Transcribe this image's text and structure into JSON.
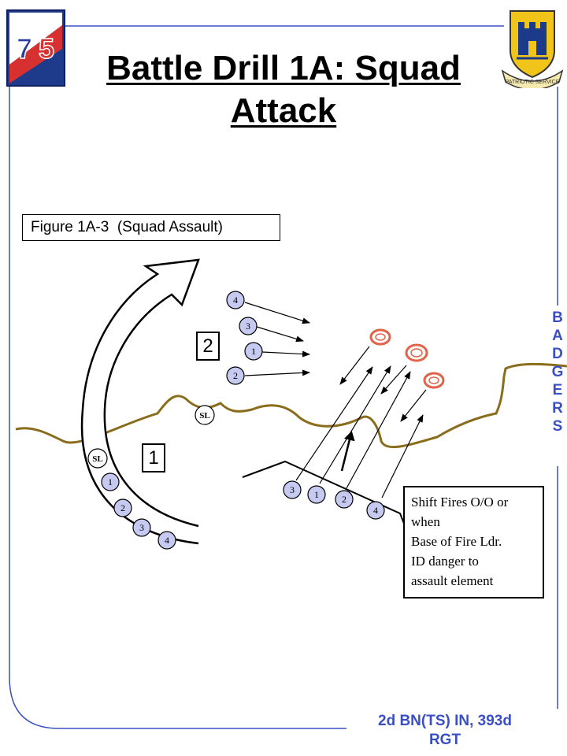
{
  "title": "Battle Drill 1A: Squad Attack",
  "figure_label": "Figure 1A-3  (Squad Assault)",
  "phases": {
    "one": "1",
    "two": "2"
  },
  "squad_leader": "SL",
  "assault_team_numbers": [
    "1",
    "2",
    "3",
    "4"
  ],
  "moving_element_numbers": [
    "4",
    "3",
    "1",
    "2"
  ],
  "base_of_fire_numbers": [
    "3",
    "1",
    "2",
    "4"
  ],
  "note_lines": [
    "Shift Fires O/O or",
    "when",
    "Base of Fire Ldr.",
    "ID danger to",
    "assault element"
  ],
  "badgers_letters": [
    "B",
    "A",
    "D",
    "G",
    "E",
    "R",
    "S"
  ],
  "footer_lines": [
    "2d BN(TS) IN, 393d",
    "RGT"
  ],
  "colors": {
    "accent_blue": "#3a4fc4",
    "soldier_fill": "#c6c9f0",
    "terrain": "#8a6d1c",
    "enemy_ring": "#e0634a"
  },
  "icons": {
    "left_emblem": "75th-division-patch-icon",
    "right_emblem": "regimental-crest-icon"
  },
  "crest_motto": "PATRIOTIC SERVICE"
}
